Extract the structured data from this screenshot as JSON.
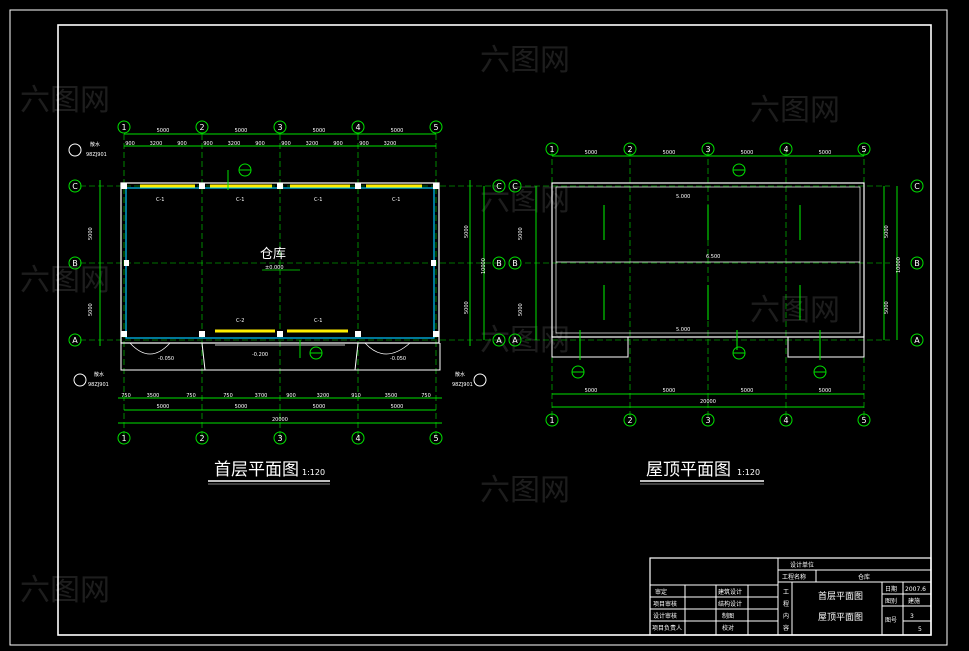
{
  "ground_plan": {
    "title": "首层平面图",
    "scale": "1:120",
    "room_label": "仓库",
    "floor_elev": "±0.000",
    "axis_top": [
      "1",
      "2",
      "3",
      "4",
      "5"
    ],
    "axis_side": [
      "C",
      "B",
      "A"
    ],
    "dims_top_main": [
      "5000",
      "5000",
      "5000",
      "5000"
    ],
    "dims_top_detail": [
      "900",
      "3200",
      "900",
      "900",
      "3200",
      "900",
      "900",
      "3200",
      "900",
      "900",
      "3200",
      "900"
    ],
    "dims_bottom_detail": [
      "750",
      "3500",
      "750",
      "750",
      "3700",
      "900",
      "3200",
      "910",
      "3500",
      "750"
    ],
    "dims_bottom_main": [
      "5000",
      "5000",
      "5000",
      "5000"
    ],
    "dims_bottom_total": "20000",
    "dims_side": [
      "5000",
      "5000"
    ],
    "dims_side_total": "10000",
    "ramp_elevs": [
      "-0.050",
      "-0.200",
      "-0.050"
    ],
    "door_labels": [
      "C-1",
      "C-1",
      "C-1",
      "C-1",
      "C-2",
      "C-1"
    ],
    "note_left_top": "散水",
    "note_left_top_ref": "98ZJ901",
    "note_left_bottom": "散水",
    "note_left_bottom_ref": "98ZJ901",
    "note_right_bottom": "散水",
    "note_right_bottom_ref": "98ZJ901"
  },
  "roof_plan": {
    "title": "屋顶平面图",
    "scale": "1:120",
    "axis_top": [
      "1",
      "2",
      "3",
      "4",
      "5"
    ],
    "axis_side": [
      "C",
      "B",
      "A"
    ],
    "dims_top": [
      "5000",
      "5000",
      "5000",
      "5000"
    ],
    "dims_bottom": [
      "5000",
      "5000",
      "5000",
      "5000"
    ],
    "dims_bottom_total": "20000",
    "dims_side": [
      "5000",
      "5000"
    ],
    "dims_side_total": "10000",
    "ridge_elev": "6.500",
    "eave_elev_top": "5.000",
    "eave_elev_bottom": "5.000"
  },
  "title_block": {
    "header_left": "",
    "project_label": "工程名称",
    "project_name": "仓库",
    "designer_label": "设计单位",
    "rows_left": [
      "审定",
      "项目审核",
      "设计审核",
      "项目负责人"
    ],
    "rows_mid": [
      "建筑设计",
      "结构设计",
      "制图",
      "校对"
    ],
    "content_col": [
      "工",
      "程",
      "内",
      "容"
    ],
    "drawing_names": [
      "首层平面图",
      "屋顶平面图"
    ],
    "date_label": "日期",
    "date_value": "2007.6",
    "stage_label": "图别",
    "stage_value": "建施",
    "sheet_label": "图号",
    "sheet_value": "3",
    "sheet_total": "5"
  },
  "watermark": "六图网"
}
